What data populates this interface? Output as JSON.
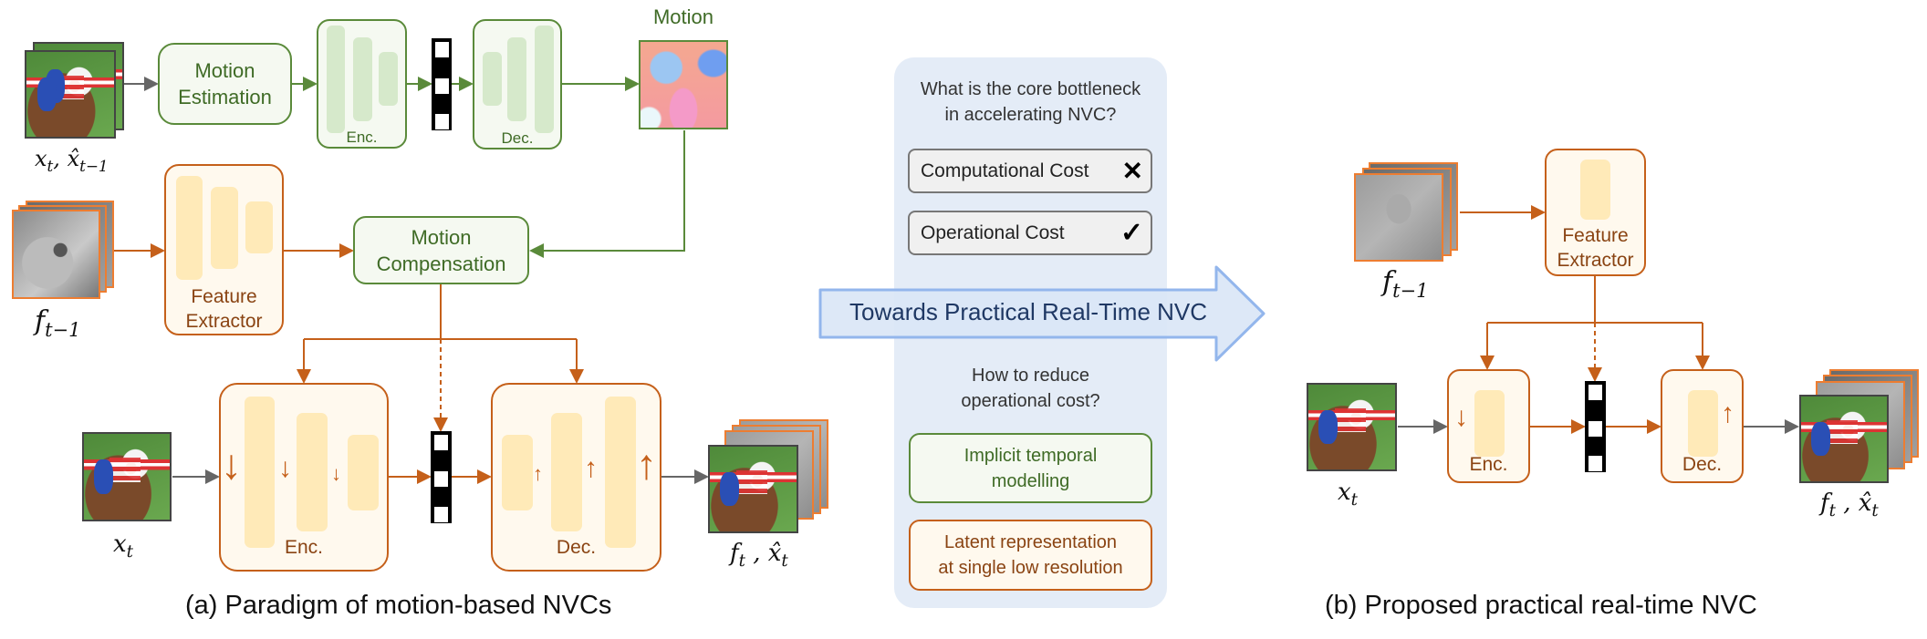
{
  "left_panel": {
    "caption": "(a) Paradigm of motion-based NVCs",
    "input_label": {
      "base": "x",
      "sub": "t",
      "sep": ", ",
      "base2": "x̂",
      "sub2": "t−1"
    },
    "motion_estimation": "Motion\nEstimation",
    "enc_label": "Enc.",
    "dec_label": "Dec.",
    "motion_label": "Motion",
    "feature_extractor": "Feature\nExtractor",
    "feature_label": {
      "base": "f",
      "sub": "t−1"
    },
    "motion_compensation": "Motion\nCompensation",
    "xt_label": {
      "base": "x",
      "sub": "t"
    },
    "main_enc_label": "Enc.",
    "main_dec_label": "Dec.",
    "output_label": {
      "base": "f",
      "sub": "t",
      "sep": " , ",
      "base2": "x̂",
      "sub2": "t"
    },
    "down_arrow": "↓",
    "up_arrow": "↑"
  },
  "center_panel": {
    "question1": "What is the core bottleneck\nin accelerating NVC?",
    "options": [
      {
        "label": "Computational Cost",
        "mark": "✕",
        "mark_icon": "cross-icon"
      },
      {
        "label": "Operational Cost",
        "mark": "✓",
        "mark_icon": "check-icon"
      }
    ],
    "arrow_text": "Towards Practical Real-Time NVC",
    "question2": "How to reduce\noperational cost?",
    "answers": [
      {
        "label": "Implicit temporal\nmodelling",
        "color": "#548235"
      },
      {
        "label": "Latent representation\nat single low resolution",
        "color": "#c55a11"
      }
    ]
  },
  "right_panel": {
    "caption": "(b) Proposed practical real-time NVC",
    "feature_extractor": "Feature\nExtractor",
    "feature_label": {
      "base": "f",
      "sub": "t−1"
    },
    "xt_label": {
      "base": "x",
      "sub": "t"
    },
    "enc_label": "Enc.",
    "dec_label": "Dec.",
    "output_label": {
      "base": "f",
      "sub": "t",
      "sep": " , ",
      "base2": "x̂",
      "sub2": "t"
    },
    "down_arrow": "↓",
    "up_arrow": "↑"
  },
  "colors": {
    "green": "#548235",
    "orange": "#c55a11",
    "panel_bg": "#e4ecf7",
    "arrow_text": "#1f3864"
  }
}
